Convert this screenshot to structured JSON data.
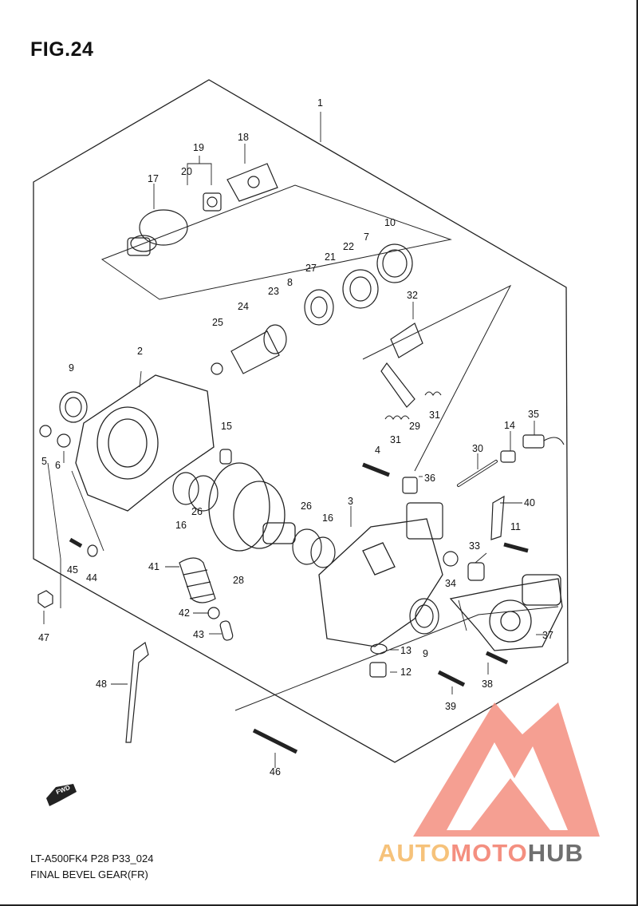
{
  "figure": {
    "title": "FIG.24",
    "model_code": "LT-A500FK4 P28 P33_024",
    "assembly_name": "FINAL BEVEL GEAR(FR)",
    "direction_badge": "FWD"
  },
  "watermark": {
    "part1": "AUTO",
    "part2": "MOTO",
    "part3": "HUB",
    "colors": {
      "auto": "#f6c27a",
      "moto": "#f48f80",
      "hub": "#6f6f6f",
      "logo": "#f48f80"
    }
  },
  "callouts": [
    "1",
    "2",
    "3",
    "4",
    "5",
    "6",
    "7",
    "8",
    "9",
    "9",
    "10",
    "11",
    "12",
    "13",
    "14",
    "15",
    "16",
    "16",
    "17",
    "18",
    "19",
    "20",
    "21",
    "22",
    "23",
    "24",
    "25",
    "26",
    "26",
    "27",
    "28",
    "29",
    "30",
    "31",
    "31",
    "32",
    "33",
    "34",
    "35",
    "36",
    "37",
    "38",
    "39",
    "40",
    "41",
    "42",
    "43",
    "44",
    "45",
    "46",
    "47",
    "48"
  ]
}
